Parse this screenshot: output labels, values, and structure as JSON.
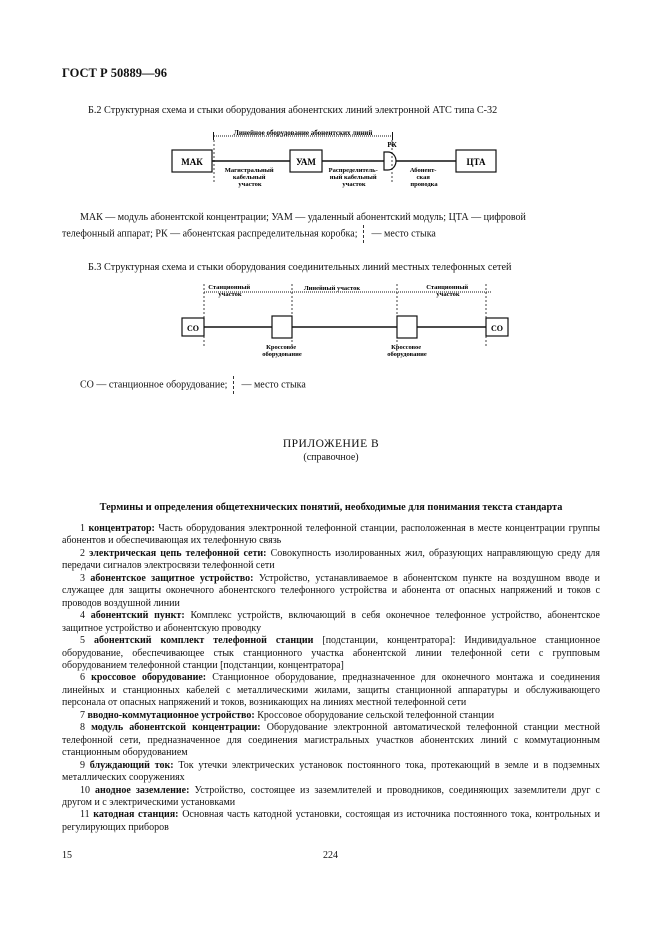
{
  "header": {
    "standard": "ГОСТ Р 50889—96"
  },
  "fig_b2": {
    "caption": "Б.2 Структурная схема и стыки оборудования абонентских линий электронной АТС типа С-32",
    "top_label": "Линейное оборудование абонентских линий",
    "blocks": {
      "mak": "МАК",
      "uam": "УАМ",
      "cta": "ЦТА",
      "rk": "РК"
    },
    "seg1": [
      "Магистральный",
      "кабельный",
      "участок"
    ],
    "seg2": [
      "Распределитель-",
      "ный кабельный",
      "участок"
    ],
    "seg3": [
      "Абонент-",
      "ская",
      "проводка"
    ],
    "legend_l1": "МАК — модуль абонентской концентрации; УАМ — удаленный абонентский модуль; ЦТА — цифровой",
    "legend_l2a": "телефонный аппарат; РК — абонентская распределительная коробка;",
    "legend_l2b": "— место стыка"
  },
  "fig_b3": {
    "caption": "Б.3 Структурная схема и стыки оборудования соединительных линий местных телефонных сетей",
    "top_left": [
      "Станционный",
      "участок"
    ],
    "top_mid": "Линейный участок",
    "top_right": [
      "Станционный",
      "участок"
    ],
    "co_left": "СО",
    "co_right": "СО",
    "cross_left": [
      "Кроссовое",
      "оборудование"
    ],
    "cross_right": [
      "Кроссовое",
      "оборудование"
    ],
    "legend_a": "СО — станционное оборудование;",
    "legend_b": "— место стыка"
  },
  "appendix": {
    "title": "ПРИЛОЖЕНИЕ В",
    "subtitle": "(справочное)"
  },
  "section_title": "Термины и определения общетехнических понятий, необходимые для понимания текста стандарта",
  "entries": [
    {
      "num": "1",
      "term": "концентратор:",
      "text": "Часть оборудования электронной телефонной станции, расположенная в месте концентрации группы абонентов и обеспечивающая их телефонную связь"
    },
    {
      "num": "2",
      "term": "электрическая цепь телефонной сети:",
      "text": "Совокупность изолированных жил, образующих направляющую среду для передачи сигналов электросвязи телефонной сети"
    },
    {
      "num": "3",
      "term": "абонентское защитное устройство:",
      "text": "Устройство, устанавливаемое в абонентском пункте на воздушном вводе и служащее для защиты оконечного абонентского телефонного устройства и абонента от опасных напряжений и токов с проводов воздушной линии"
    },
    {
      "num": "4",
      "term": "абонентский пункт:",
      "text": "Комплекс устройств, включающий в себя оконечное телефонное устройство, абонентское защитное устройство и абонентскую проводку"
    },
    {
      "num": "5",
      "term": "абонентский комплект телефонной станции",
      "text": "[подстанции, концентратора]: Индивидуальное станционное оборудование, обеспечивающее стык станционного участка абонентской линии телефонной сети с групповым оборудованием телефонной станции [подстанции, концентратора]"
    },
    {
      "num": "6",
      "term": "кроссовое оборудование:",
      "text": "Станционное оборудование, предназначенное для оконечного монтажа и соединения линейных и станционных кабелей с металлическими жилами, защиты станционной аппаратуры и обслуживающего персонала от опасных напряжений и токов, возникающих на линиях местной телефонной сети"
    },
    {
      "num": "7",
      "term": "вводно-коммутационное устройство:",
      "text": "Кроссовое оборудование сельской телефонной станции"
    },
    {
      "num": "8",
      "term": "модуль абонентской концентрации:",
      "text": "Оборудование электронной автоматической телефонной станции местной телефонной сети, предназначенное для соединения магистральных участков абонентских линий с коммутационным станционным оборудованием"
    },
    {
      "num": "9",
      "term": "блуждающий ток:",
      "text": "Ток утечки электрических установок постоянного тока, протекающий в земле и в подземных металлических сооружениях"
    },
    {
      "num": "10",
      "term": "анодное заземление:",
      "text": "Устройство, состоящее из заземлителей и проводников, соединяющих заземлители друг с другом и с электрическими установками"
    },
    {
      "num": "11",
      "term": "катодная станция:",
      "text": "Основная часть катодной установки, состоящая из источника постоянного тока, контрольных и регулирующих приборов"
    }
  ],
  "footer": {
    "left": "15",
    "center": "224"
  }
}
